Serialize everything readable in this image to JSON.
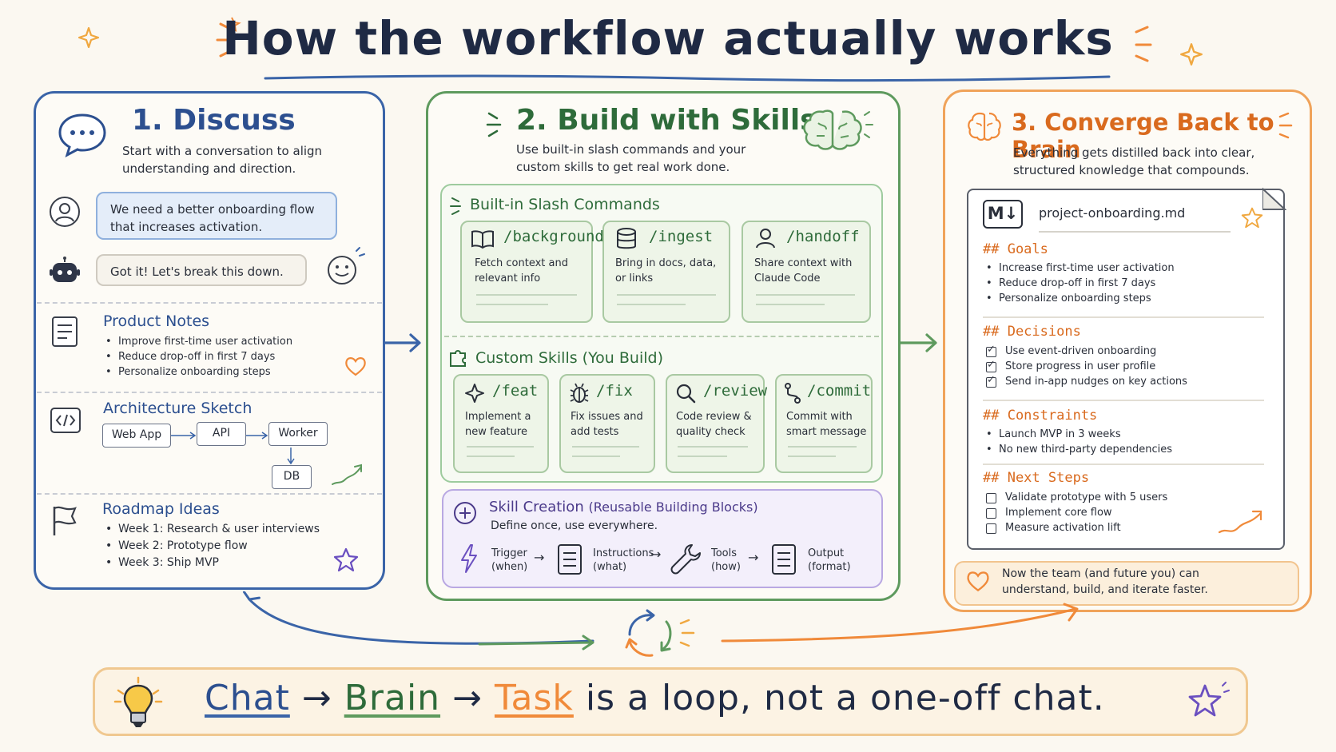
{
  "title": "How the workflow actually works",
  "panels": {
    "discuss": {
      "title": "1. Discuss",
      "desc_line1": "Start with a conversation to align",
      "desc_line2": "understanding and direction.",
      "user_msg_line1": "We need a better onboarding flow",
      "user_msg_line2": "that increases activation.",
      "bot_msg": "Got it! Let's break this down.",
      "product_notes": {
        "title": "Product Notes",
        "items": [
          "Improve first-time user activation",
          "Reduce drop-off in first 7 days",
          "Personalize onboarding steps"
        ]
      },
      "architecture": {
        "title": "Architecture Sketch",
        "nodes": [
          "Web App",
          "API",
          "Worker",
          "DB"
        ]
      },
      "roadmap": {
        "title": "Roadmap Ideas",
        "items": [
          "Week 1: Research & user interviews",
          "Week 2: Prototype flow",
          "Week 3: Ship MVP"
        ]
      }
    },
    "build": {
      "title": "2. Build with Skills",
      "desc_line1": "Use built-in slash commands and your",
      "desc_line2": "custom skills to get real work done.",
      "builtin": {
        "title": "Built-in Slash Commands",
        "cards": [
          {
            "cmd": "/background",
            "line1": "Fetch context and",
            "line2": "relevant info"
          },
          {
            "cmd": "/ingest",
            "line1": "Bring in docs, data,",
            "line2": "or links"
          },
          {
            "cmd": "/handoff",
            "line1": "Share context with",
            "line2": "Claude Code"
          }
        ]
      },
      "custom": {
        "title": "Custom Skills (You Build)",
        "cards": [
          {
            "cmd": "/feat",
            "line1": "Implement a",
            "line2": "new feature"
          },
          {
            "cmd": "/fix",
            "line1": "Fix issues and",
            "line2": "add tests"
          },
          {
            "cmd": "/review",
            "line1": "Code review &",
            "line2": "quality check"
          },
          {
            "cmd": "/commit",
            "line1": "Commit with",
            "line2": "smart message"
          }
        ]
      },
      "skill_creation": {
        "title_main": "Skill Creation",
        "title_paren": "(Reusable Building Blocks)",
        "desc": "Define once, use everywhere.",
        "steps": [
          {
            "label": "Trigger",
            "sub": "(when)"
          },
          {
            "label": "Instructions",
            "sub": "(what)"
          },
          {
            "label": "Tools",
            "sub": "(how)"
          },
          {
            "label": "Output",
            "sub": "(format)"
          }
        ]
      }
    },
    "converge": {
      "title": "3. Converge Back to Brain",
      "desc_line1": "Everything gets distilled back into clear,",
      "desc_line2": "structured knowledge that compounds.",
      "doc_badge": "M↓",
      "doc_name": "project-onboarding.md",
      "goals": {
        "title": "## Goals",
        "items": [
          "Increase first-time user activation",
          "Reduce drop-off in first 7 days",
          "Personalize onboarding steps"
        ]
      },
      "decisions": {
        "title": "## Decisions",
        "items": [
          "Use event-driven onboarding",
          "Store progress in user profile",
          "Send in-app nudges on key actions"
        ]
      },
      "constraints": {
        "title": "## Constraints",
        "items": [
          "Launch MVP in 3 weeks",
          "No new third-party dependencies"
        ]
      },
      "next_steps": {
        "title": "## Next Steps",
        "items": [
          "Validate prototype with 5 users",
          "Implement core flow",
          "Measure activation lift"
        ]
      },
      "note_line1": "Now the team (and future you) can",
      "note_line2": "understand, build, and iterate faster."
    }
  },
  "bottom": {
    "chat": "Chat",
    "arrow": "→",
    "brain": "Brain",
    "task": "Task",
    "rest": "is a loop, not a one-off chat."
  },
  "colors": {
    "blue": "#2c4f8f",
    "green": "#2e6b3a",
    "orange": "#d96a1e",
    "purple": "#6a4fc0"
  }
}
